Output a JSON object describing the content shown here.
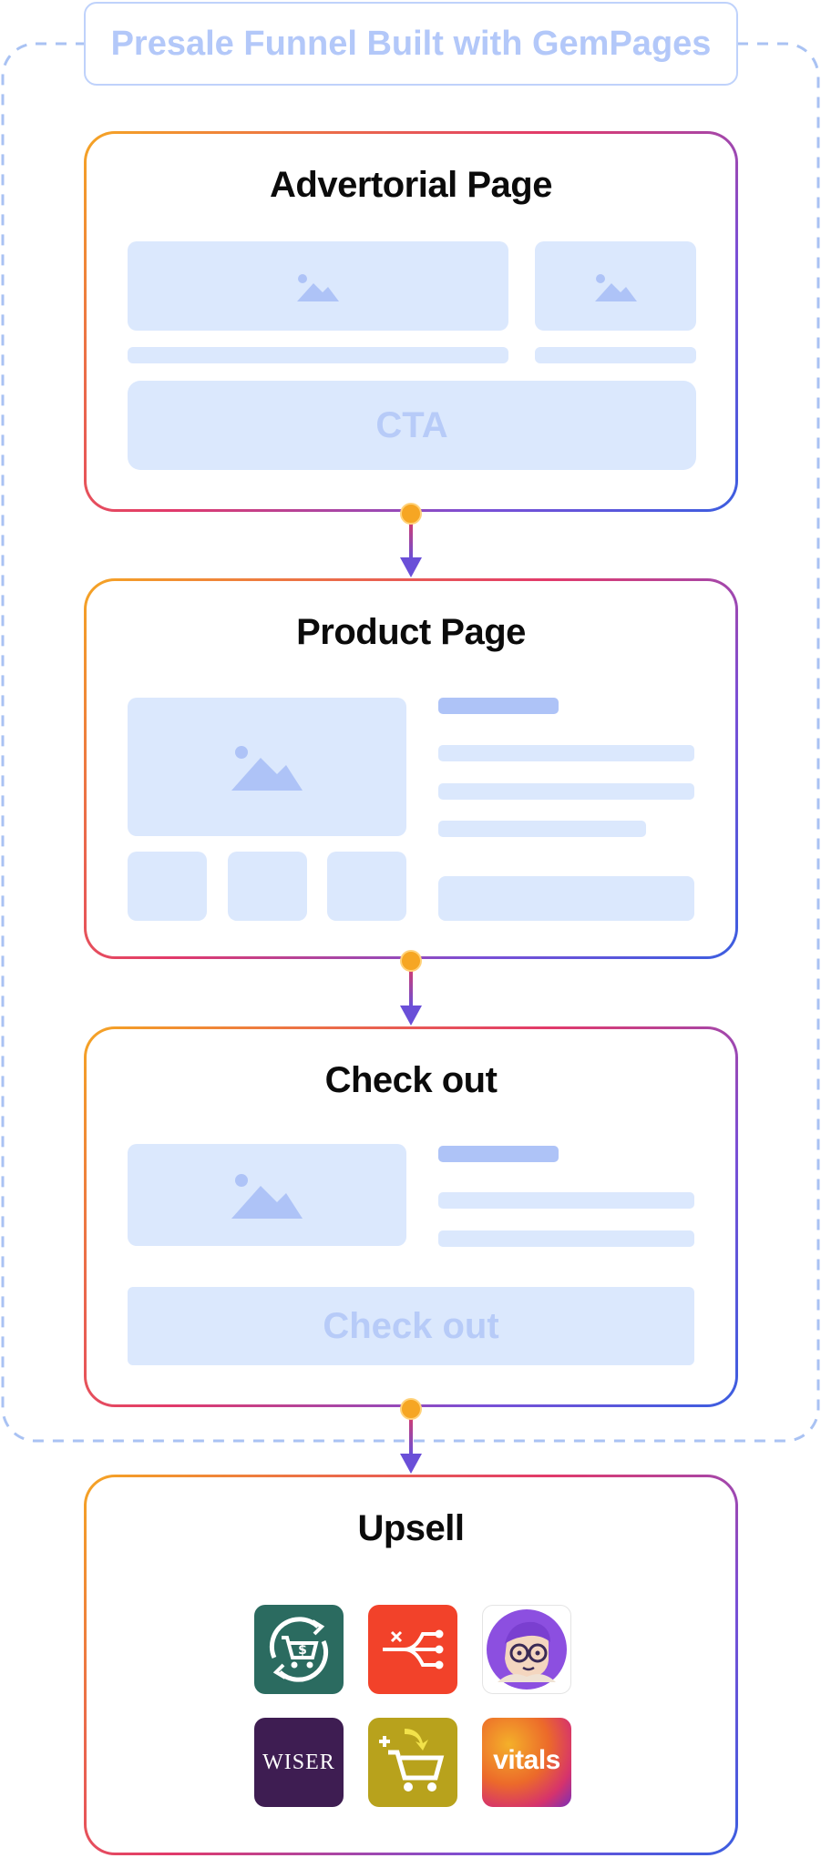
{
  "group": {
    "title": "Presale Funnel Built with GemPages",
    "border_color": "#a9c2f3"
  },
  "cards": {
    "advertorial": {
      "title": "Advertorial Page",
      "cta_label": "CTA"
    },
    "product": {
      "title": "Product Page"
    },
    "checkout": {
      "title": "Check out",
      "button_label": "Check out"
    },
    "upsell": {
      "title": "Upsell",
      "apps": [
        {
          "icon": "reconvert-cart-icon",
          "bg": "#2b6b60"
        },
        {
          "icon": "branching-arrows-icon",
          "bg": "#f2422a"
        },
        {
          "icon": "cartoon-face-glasses-icon",
          "bg": "#8c4fe0"
        },
        {
          "icon": "wiser-logo-icon",
          "bg": "#3e1d52",
          "logo_text": "WISER"
        },
        {
          "icon": "add-to-cart-icon",
          "bg": "#b8a21c"
        },
        {
          "icon": "vitals-logo-icon",
          "bg": "#e8572a",
          "logo_text": "vitals"
        }
      ]
    }
  },
  "colors": {
    "placeholder": "#dbe8fd",
    "placeholder_dark": "#aec3f7",
    "connector_dot": "#f6a623",
    "connector_arrow": "#6a4fd8",
    "card_gradient": [
      "#f5a524",
      "#e23a6a",
      "#7a4fd6",
      "#3b5ee0"
    ]
  }
}
